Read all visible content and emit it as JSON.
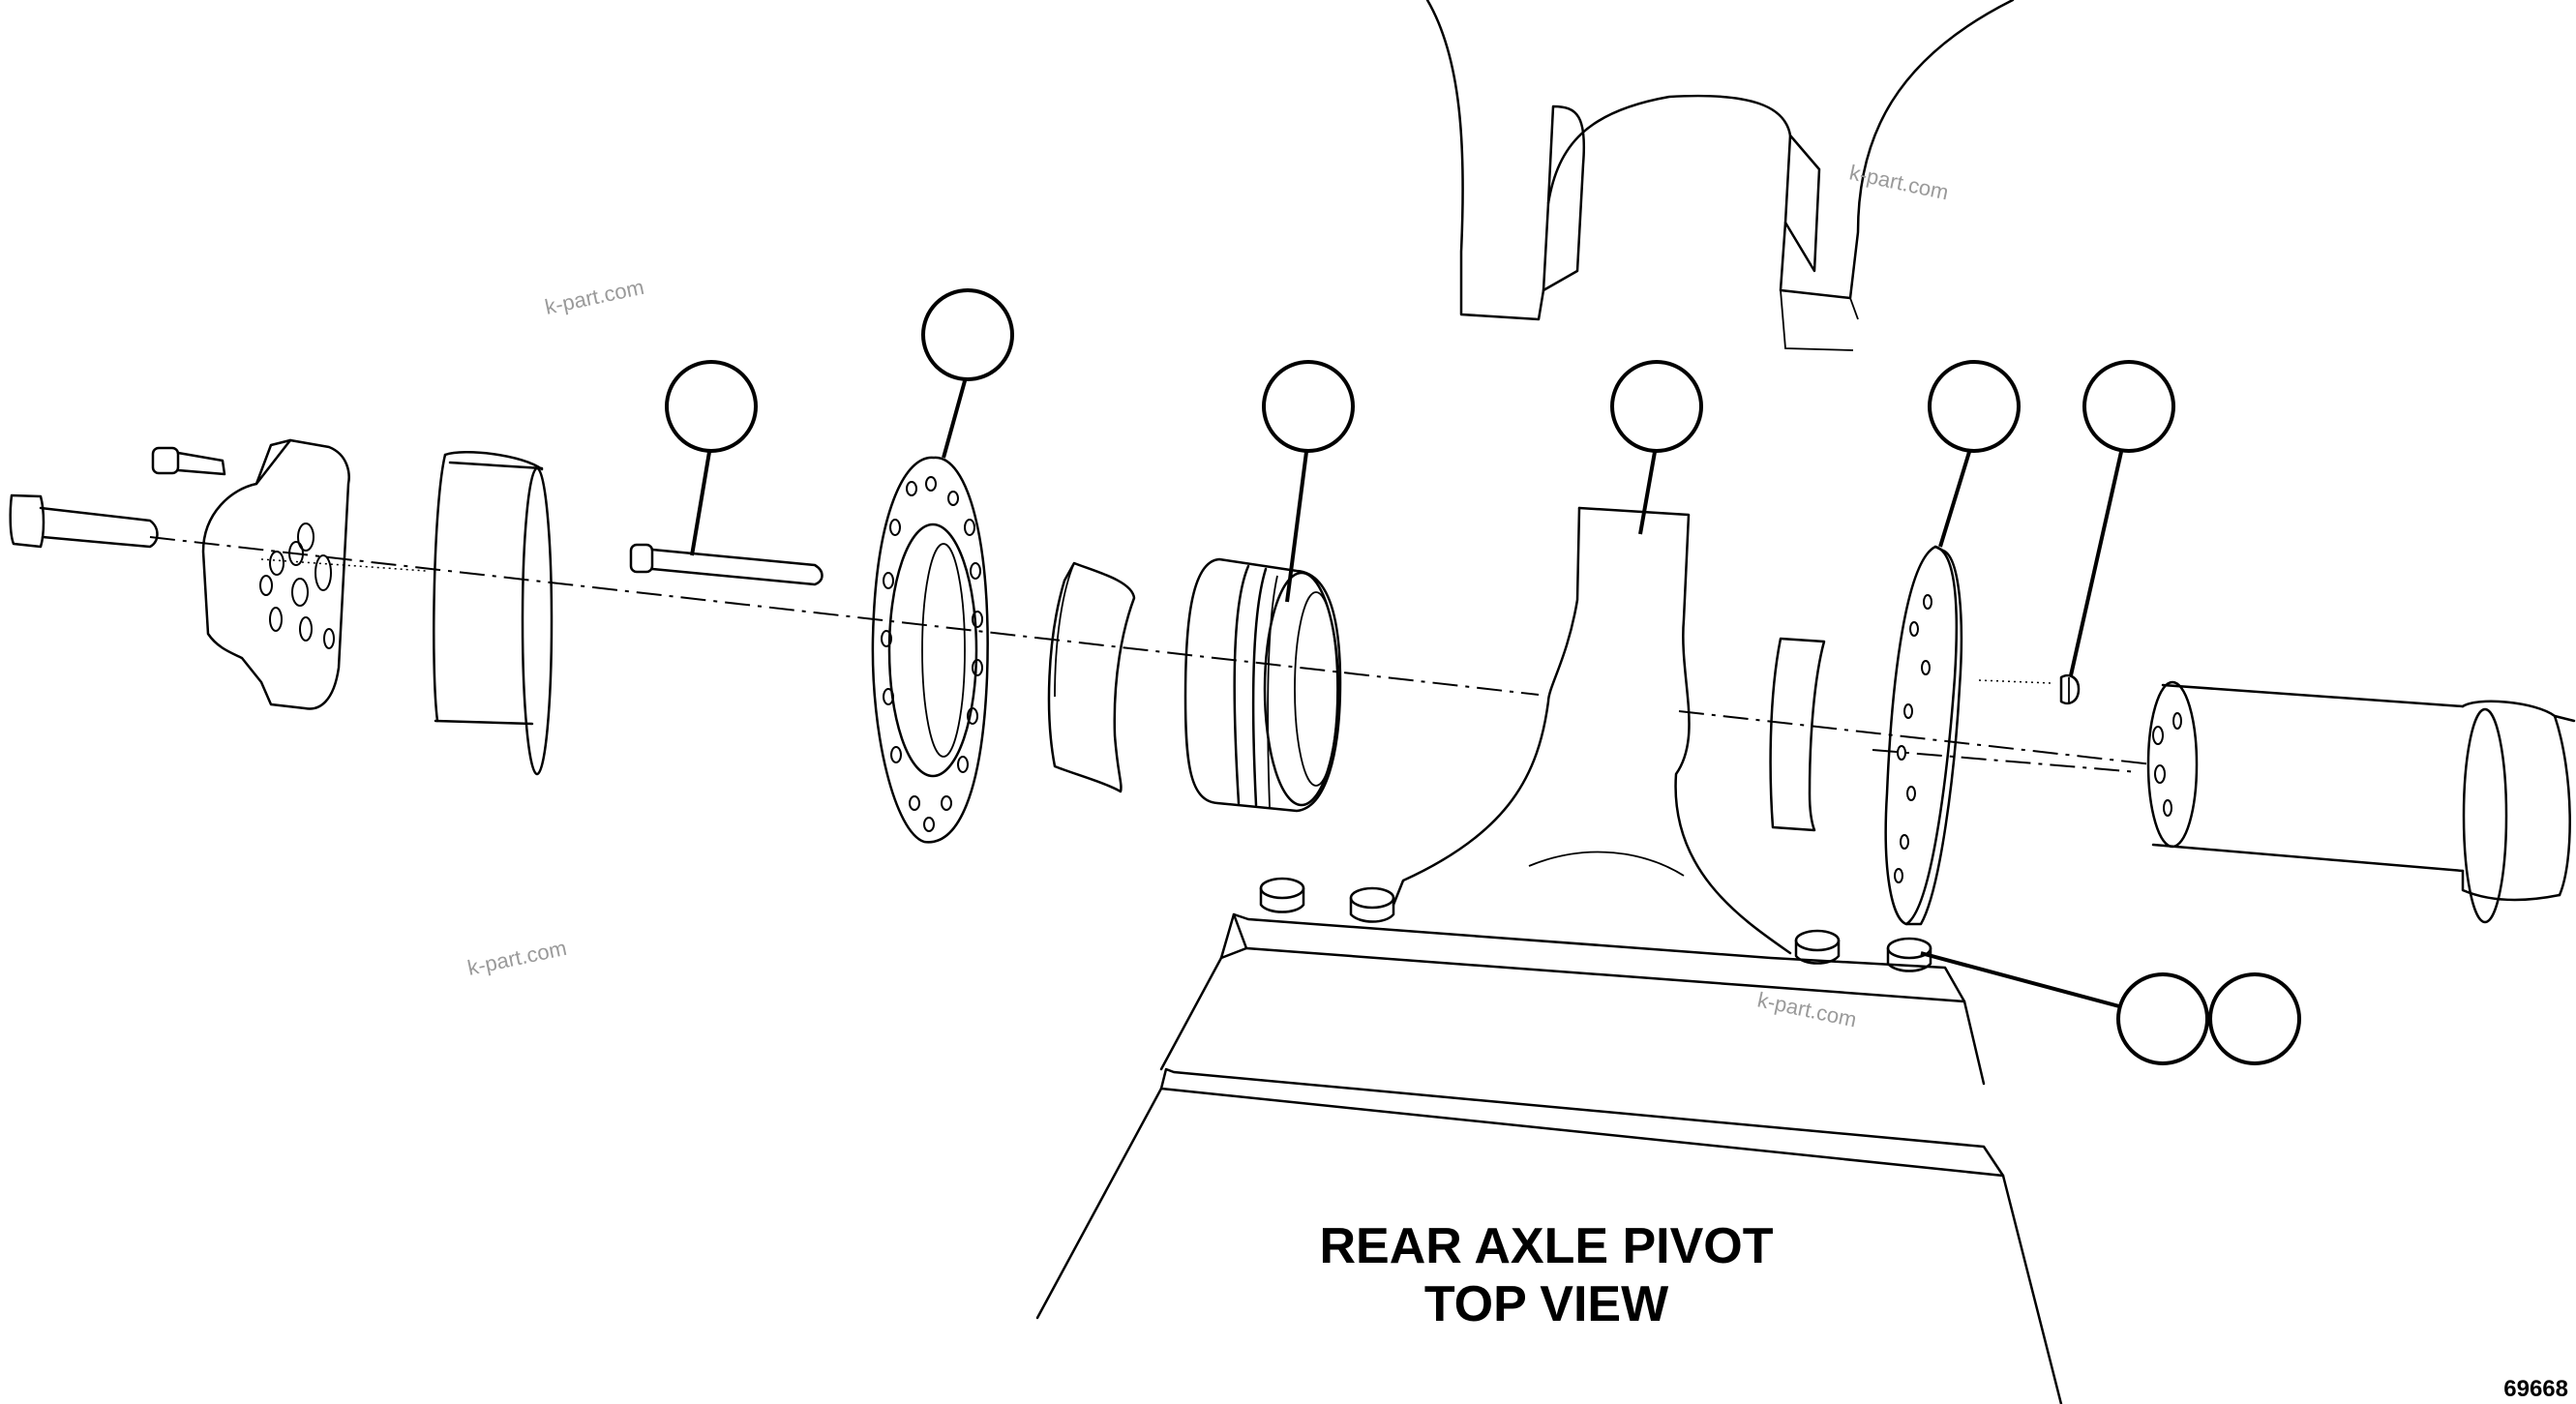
{
  "caption": {
    "line1": "REAR AXLE PIVOT",
    "line2": "TOP VIEW"
  },
  "figure_number": "69668",
  "watermark": "k-part.com",
  "callouts": [
    "",
    "",
    "",
    "",
    "",
    "",
    "",
    ""
  ],
  "colors": {
    "line": "#000000",
    "background": "#ffffff",
    "watermark": "#9a9a9a"
  }
}
